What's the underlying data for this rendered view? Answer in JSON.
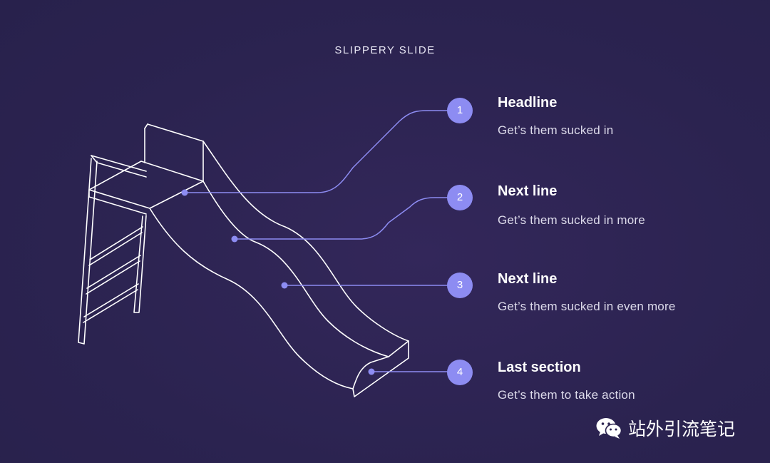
{
  "title": "SLIPPERY SLIDE",
  "steps": [
    {
      "number": "1",
      "heading": "Headline",
      "description": "Get’s them sucked in"
    },
    {
      "number": "2",
      "heading": "Next line",
      "description": "Get’s them sucked in more"
    },
    {
      "number": "3",
      "heading": "Next line",
      "description": "Get’s them sucked in even more"
    },
    {
      "number": "4",
      "heading": "Last section",
      "description": "Get’s them to take action"
    }
  ],
  "watermark": {
    "text": "站外引流笔记",
    "icon": "wechat-icon"
  },
  "colors": {
    "background": "#2b2350",
    "accent": "#8d8cf2",
    "line": "#ffffff"
  }
}
